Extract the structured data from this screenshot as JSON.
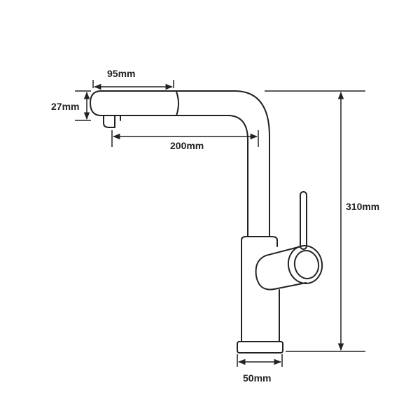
{
  "dimensions": {
    "spout_length": "95mm",
    "spout_height": "27mm",
    "reach": "200mm",
    "total_height": "310mm",
    "base_diameter": "50mm"
  },
  "colors": {
    "outline": "#222222",
    "fill": "#ffffff"
  }
}
